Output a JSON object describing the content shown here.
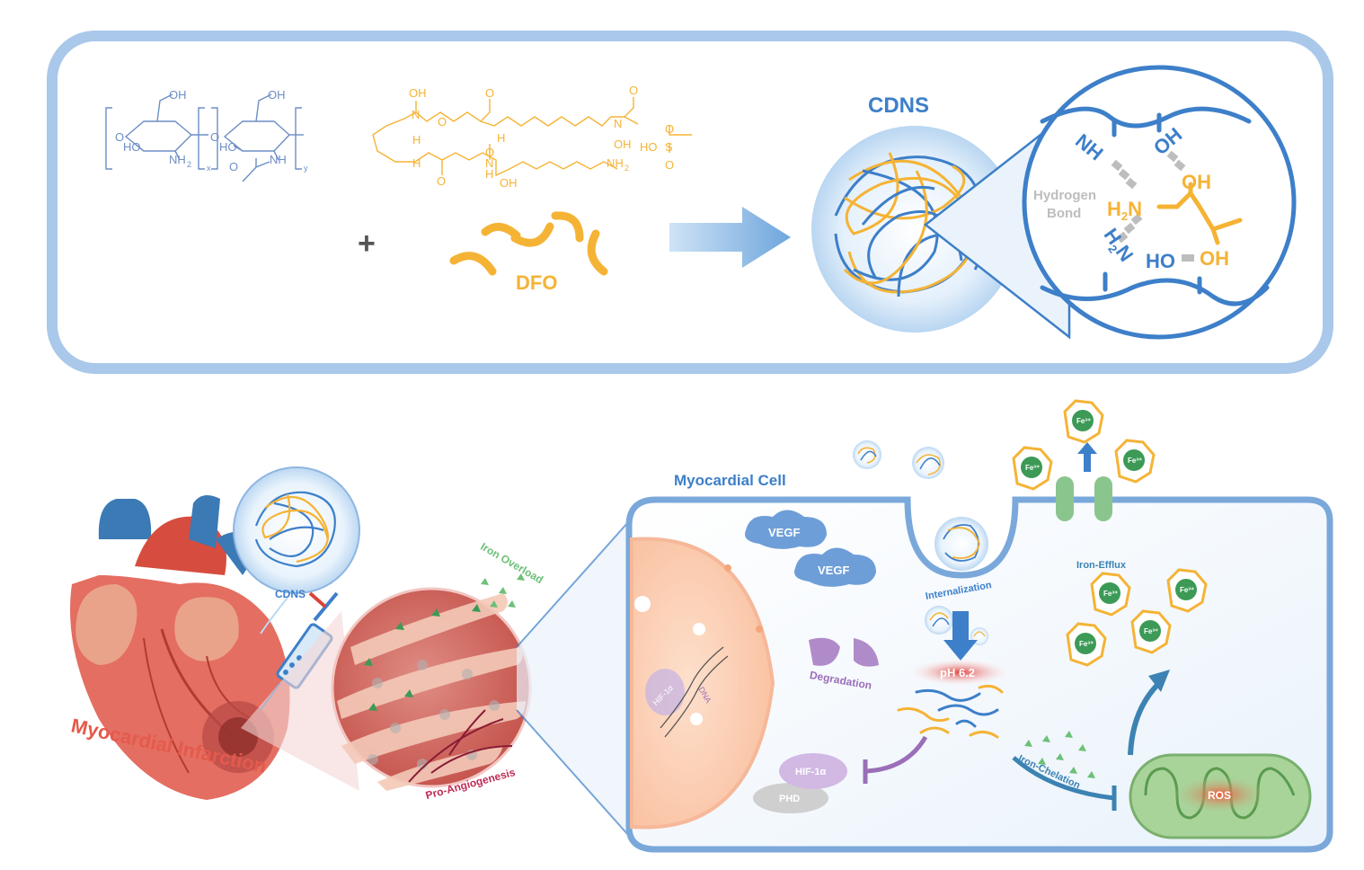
{
  "top_panel": {
    "plus": "+",
    "dfo_label": "DFO",
    "cdns_title": "CDNS",
    "hydrogen_bond_label": "Hydrogen\nBond",
    "chitosan": {
      "oh1": "OH",
      "oh2": "OH",
      "ho1": "HO",
      "ho2": "HO",
      "o1": "O",
      "o2": "O",
      "nh2": "NH",
      "nh2_sub": "2",
      "nh": "NH",
      "o3": "O",
      "x": "x",
      "y": "y"
    },
    "dfo_structure": {
      "oh_top": "OH",
      "n_top": "N",
      "o_a": "O",
      "o_b": "O",
      "o_c": "O",
      "h_a": "H",
      "h_b": "H",
      "n_right": "N",
      "oh_mid": "OH",
      "nh2": "NH",
      "nh2_sub": "2",
      "oh_bottom": "OH",
      "n_bottom": "N",
      "o_d": "O",
      "o_e": "O",
      "h_c": "H",
      "h_d": "H",
      "sulfonate_ho": "HO",
      "sulfonate_s": "S",
      "sulfonate_o1": "O",
      "sulfonate_o2": "O"
    },
    "zoom_labels": {
      "nh2_top": "NH",
      "oh_top": "OH",
      "h2n_mid": "H",
      "oh_right": "OH",
      "h2n_bottom": "H",
      "ho_bottom": "HO",
      "oh_bottom": "OH"
    }
  },
  "bottom_panel": {
    "heart_caption": "Myocardial Infarction",
    "syringe_label": "CDNS",
    "tissue_top_label": "Iron Overload",
    "tissue_bottom_label": "Pro-Angiogenesis",
    "cell_title": "Myocardial Cell",
    "vegf_1": "VEGF",
    "vegf_2": "VEGF",
    "nucleus_hif": "HIF-1α",
    "nucleus_dna": "DNA",
    "degradation": "Degradation",
    "internalization": "Internalization",
    "ph_label": "pH 6.2",
    "hif_label": "HIF-1α",
    "phd_label": "PHD",
    "iron_chelation": "Iron-Chelation",
    "iron_efflux": "Iron-Efflux",
    "ros_label": "ROS",
    "fe_label": "Fe³⁺"
  },
  "colors": {
    "panel_border": "#9dbfe6",
    "blue": "#3d7fc9",
    "dark_blue": "#2f6fb6",
    "orange": "#f5b335",
    "red": "#d7463a",
    "purple": "#9b6fb8",
    "green": "#8bc58e"
  }
}
